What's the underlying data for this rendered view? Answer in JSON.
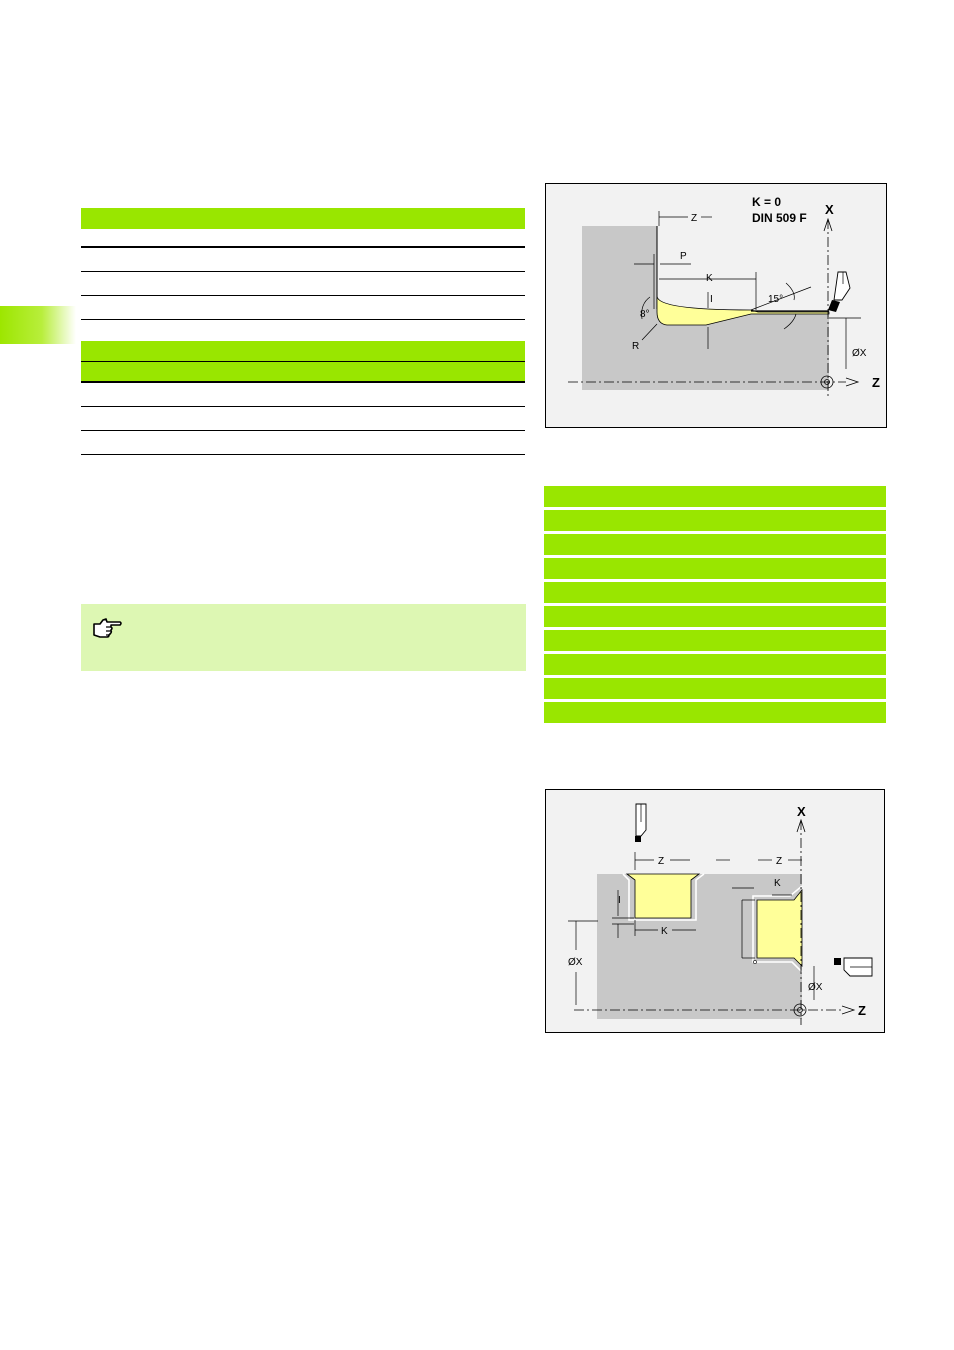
{
  "figure_top": {
    "label_k": "K = 0",
    "label_din": "DIN 509 F",
    "axis_x": "X",
    "axis_z": "Z",
    "dim_z": "Z",
    "dim_p": "P",
    "dim_k": "K",
    "dim_i": "I",
    "dim_r": "R",
    "angle_8": "8°",
    "angle_15": "15°",
    "dim_diam_x": "ØX"
  },
  "figure_bottom": {
    "axis_x": "X",
    "axis_z": "Z",
    "dim_z_left": "Z",
    "dim_z_right": "Z",
    "dim_k_left": "K",
    "dim_k_right": "K",
    "dim_i": "I",
    "dim_diam_x_left": "ØX",
    "dim_diam_x_right": "ØX"
  },
  "icons": {
    "note_icon": "pointing-hand-icon"
  },
  "colors": {
    "accent_green": "#99e600",
    "note_background": "#ddf7b3",
    "highlight_yellow": "#ffff99",
    "figure_gray": "#c8c8c8"
  }
}
